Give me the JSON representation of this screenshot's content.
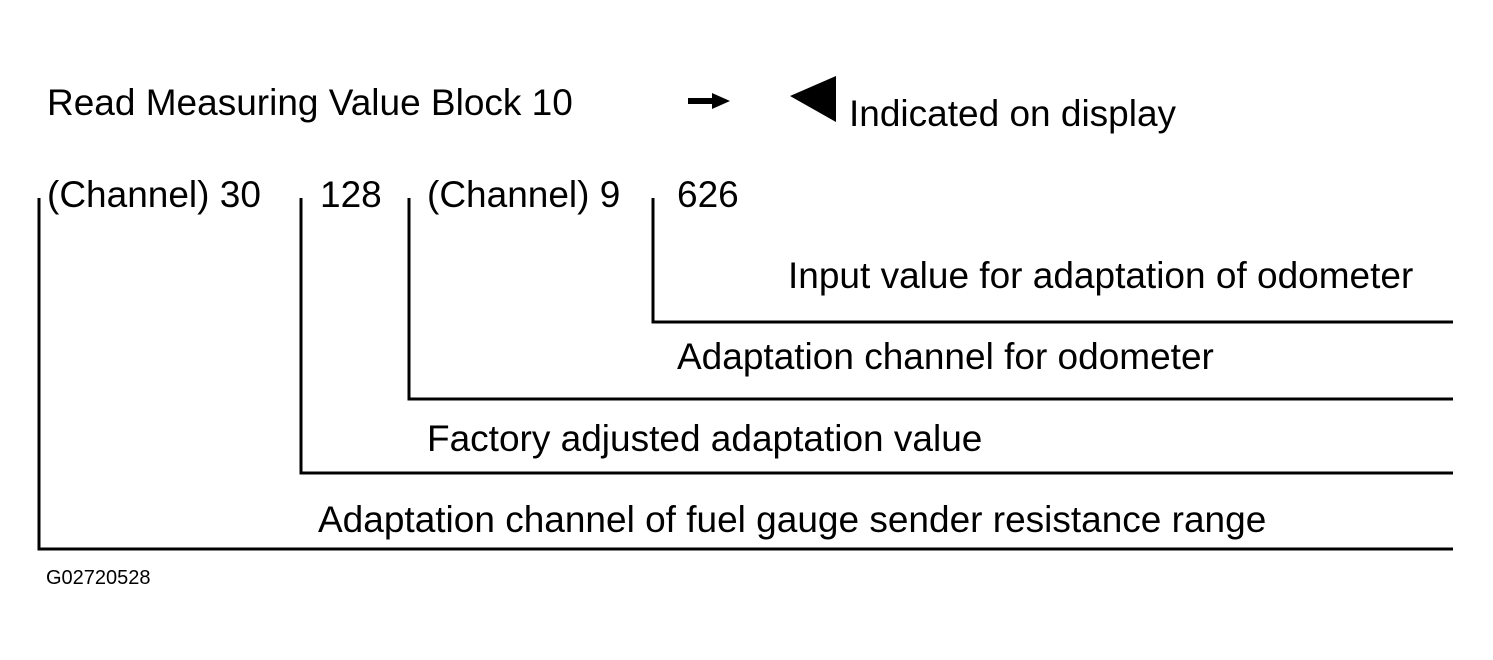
{
  "header": {
    "title": "Read Measuring Value Block 10",
    "legend_label": "Indicated on display"
  },
  "display_row": {
    "field1": "(Channel) 30",
    "field2": "128",
    "field3": "(Channel) 9",
    "field4": "626"
  },
  "descriptions": {
    "d4": "Input value for adaptation of odometer",
    "d3": "Adaptation channel for odometer",
    "d2": "Factory adjusted adaptation value",
    "d1": "Adaptation channel of fuel gauge sender resistance range"
  },
  "figure_id": "G02720528",
  "icons": {
    "arrow": "right-arrow-icon",
    "display_marker": "left-triangle-icon"
  }
}
